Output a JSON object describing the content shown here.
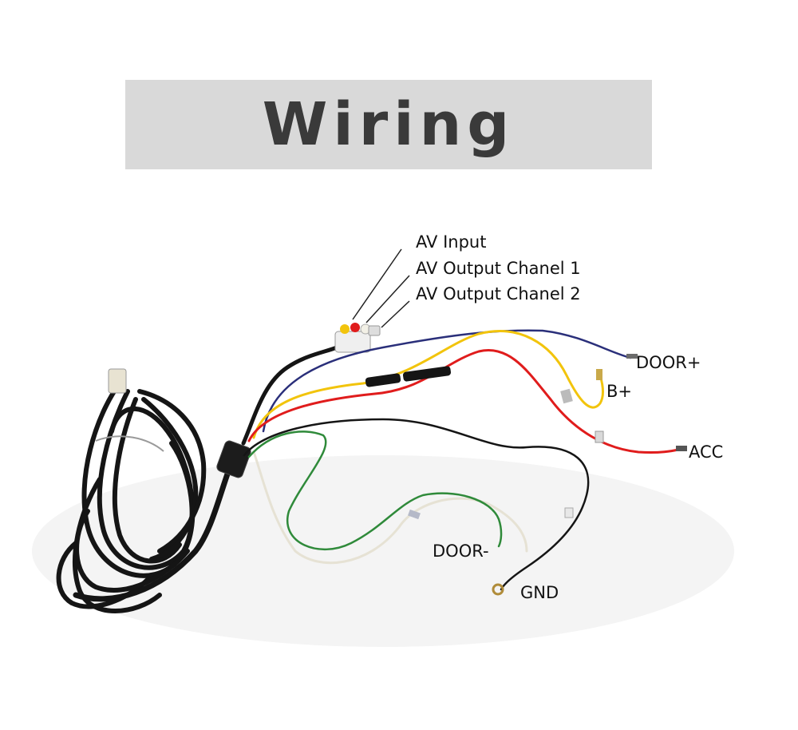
{
  "title": "Wiring",
  "labels": {
    "av_input": "AV Input",
    "av_output_1": "AV Output Chanel 1",
    "av_output_2": "AV Output Chanel 2",
    "door_plus": "DOOR+",
    "b_plus": "B+",
    "acc": "ACC",
    "door_minus": "DOOR-",
    "gnd": "GND"
  },
  "colors": {
    "banner": "#d9d9d9",
    "title_text": "#3a3a3a",
    "wire_black": "#151515",
    "wire_blue": "#2a2f7a",
    "wire_yellow": "#f2c40c",
    "wire_red": "#e01c1c",
    "wire_green": "#2f8a3a",
    "wire_white": "#f2f0e6"
  }
}
